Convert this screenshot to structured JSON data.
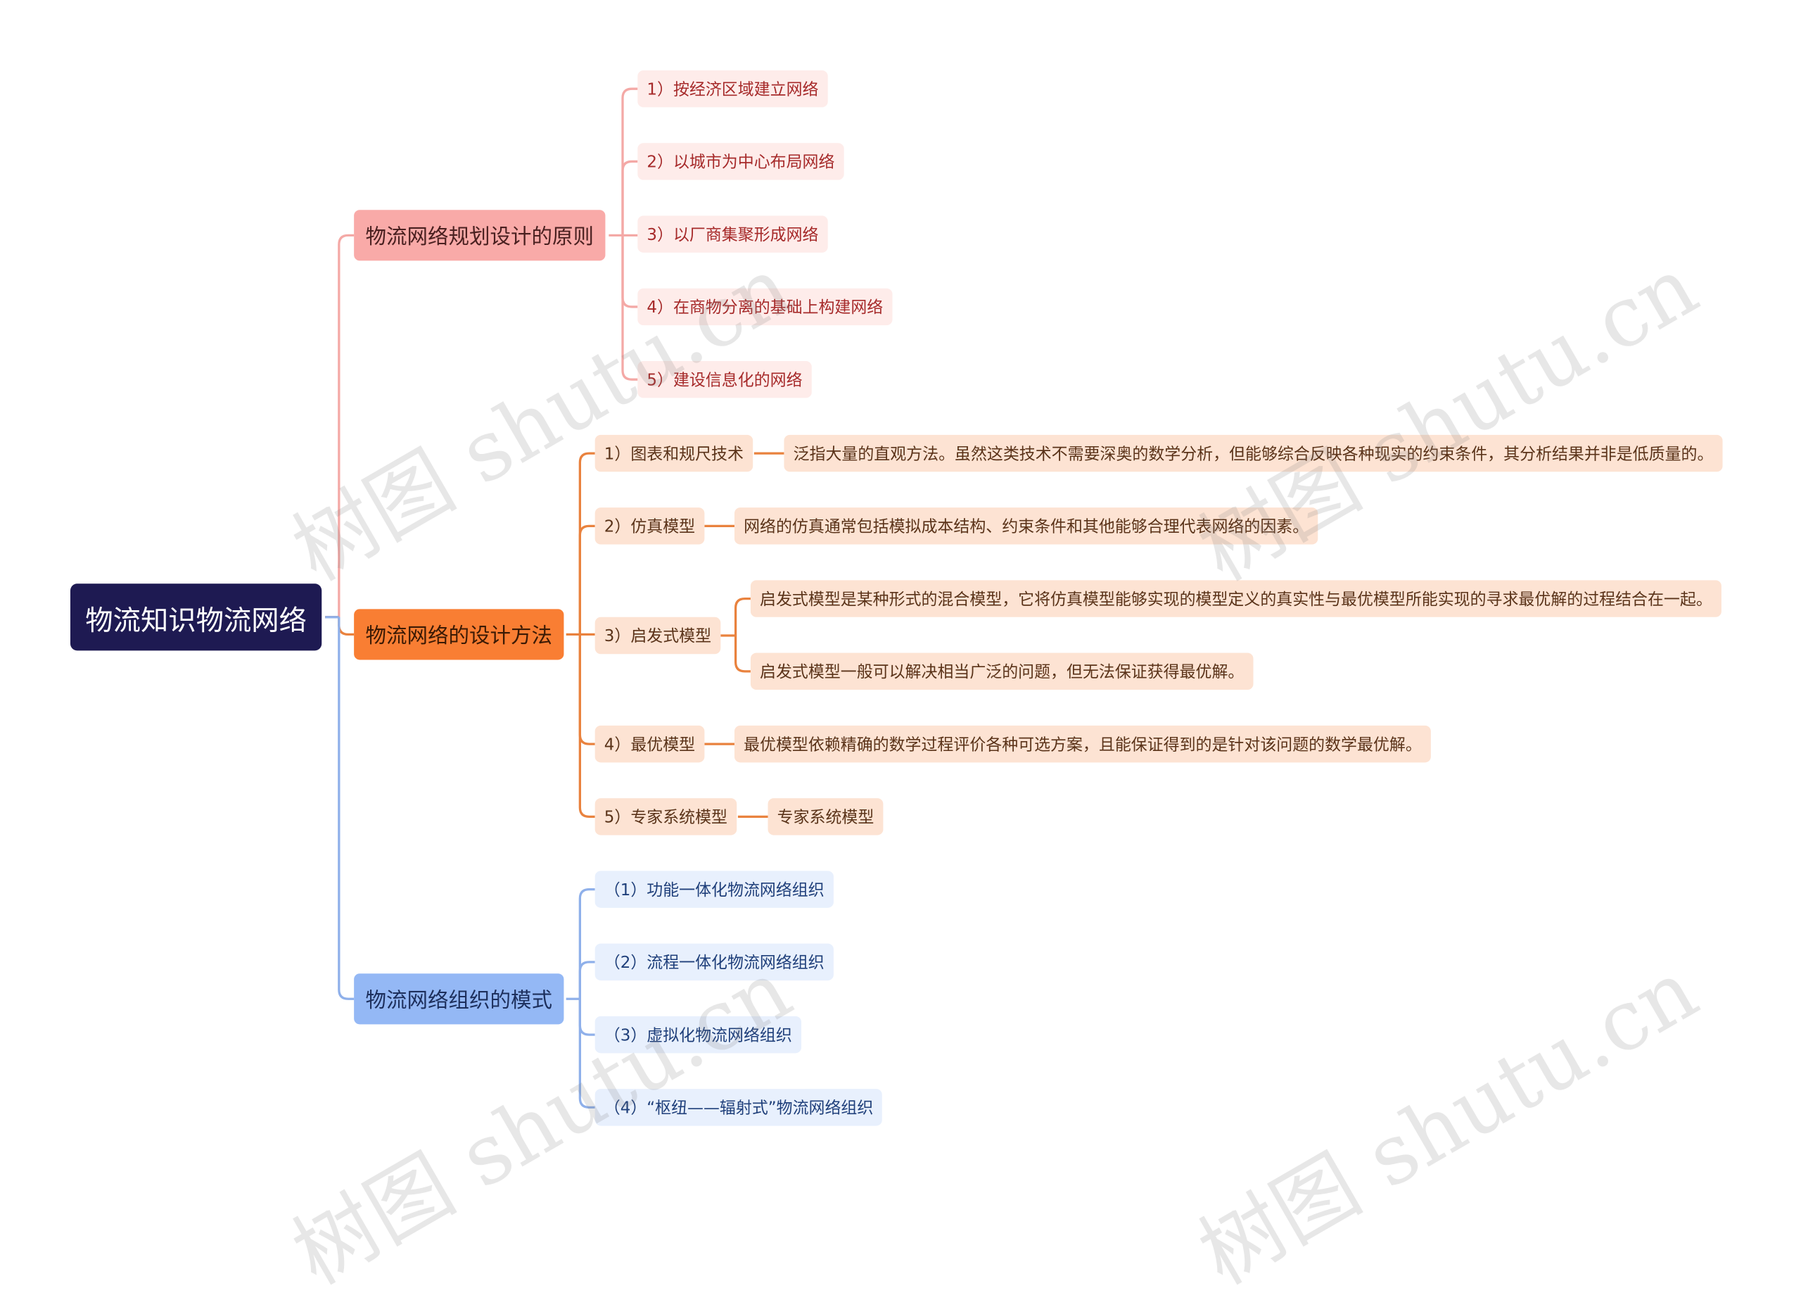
{
  "root": {
    "label": "物流知识物流网络"
  },
  "branches": [
    {
      "label": "物流网络规划设计的原则",
      "color": "#f9aaa8",
      "children": [
        {
          "label": "1）按经济区域建立网络"
        },
        {
          "label": "2）以城市为中心布局网络"
        },
        {
          "label": "3）以厂商集聚形成网络"
        },
        {
          "label": "4）在商物分离的基础上构建网络"
        },
        {
          "label": "5）建设信息化的网络"
        }
      ]
    },
    {
      "label": "物流网络的设计方法",
      "color": "#f97e33",
      "children": [
        {
          "label": "1）图表和规尺技术",
          "details": [
            "泛指大量的直观方法。虽然这类技术不需要深奥的数学分析，但能够综合反映各种现实的约束条件，其分析结果并非是低质量的。"
          ]
        },
        {
          "label": "2）仿真模型",
          "details": [
            "网络的仿真通常包括模拟成本结构、约束条件和其他能够合理代表网络的因素。"
          ]
        },
        {
          "label": "3）启发式模型",
          "details": [
            "启发式模型是某种形式的混合模型，它将仿真模型能够实现的模型定义的真实性与最优模型所能实现的寻求最优解的过程结合在一起。",
            "启发式模型一般可以解决相当广泛的问题，但无法保证获得最优解。"
          ]
        },
        {
          "label": "4）最优模型",
          "details": [
            "最优模型依赖精确的数学过程评价各种可选方案，且能保证得到的是针对该问题的数学最优解。"
          ]
        },
        {
          "label": "5）专家系统模型",
          "details": [
            "专家系统模型"
          ]
        }
      ]
    },
    {
      "label": "物流网络组织的模式",
      "color": "#94b8f5",
      "children": [
        {
          "label": "（1）功能一体化物流网络组织"
        },
        {
          "label": "（2）流程一体化物流网络组织"
        },
        {
          "label": "（3）虚拟化物流网络组织"
        },
        {
          "label": "（4）“枢纽——辐射式”物流网络组织"
        }
      ]
    }
  ],
  "watermark": "树图 shutu.cn"
}
